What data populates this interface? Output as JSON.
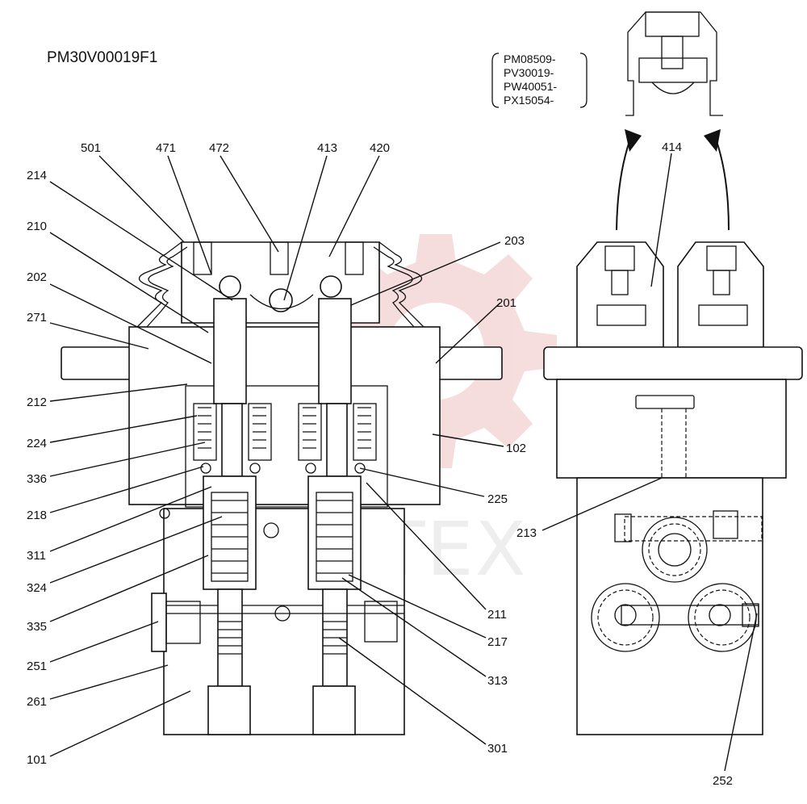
{
  "drawing_code": "PM30V00019F1",
  "variant_codes": [
    "PM08509-",
    "PV30019-",
    "PW40051-",
    "PX15054-"
  ],
  "watermark_text": "IHTEX",
  "callouts": {
    "501": "501",
    "471": "471",
    "472": "472",
    "413": "413",
    "420": "420",
    "214": "214",
    "210": "210",
    "202": "202",
    "271": "271",
    "212": "212",
    "224": "224",
    "336": "336",
    "218": "218",
    "311": "311",
    "324": "324",
    "335": "335",
    "251": "251",
    "261": "261",
    "101": "101",
    "203": "203",
    "201": "201",
    "102": "102",
    "225": "225",
    "211": "211",
    "217": "217",
    "313": "313",
    "301": "301",
    "414": "414",
    "213": "213",
    "252": "252"
  },
  "colors": {
    "line": "#111111",
    "watermark": "#e8a0a0"
  }
}
